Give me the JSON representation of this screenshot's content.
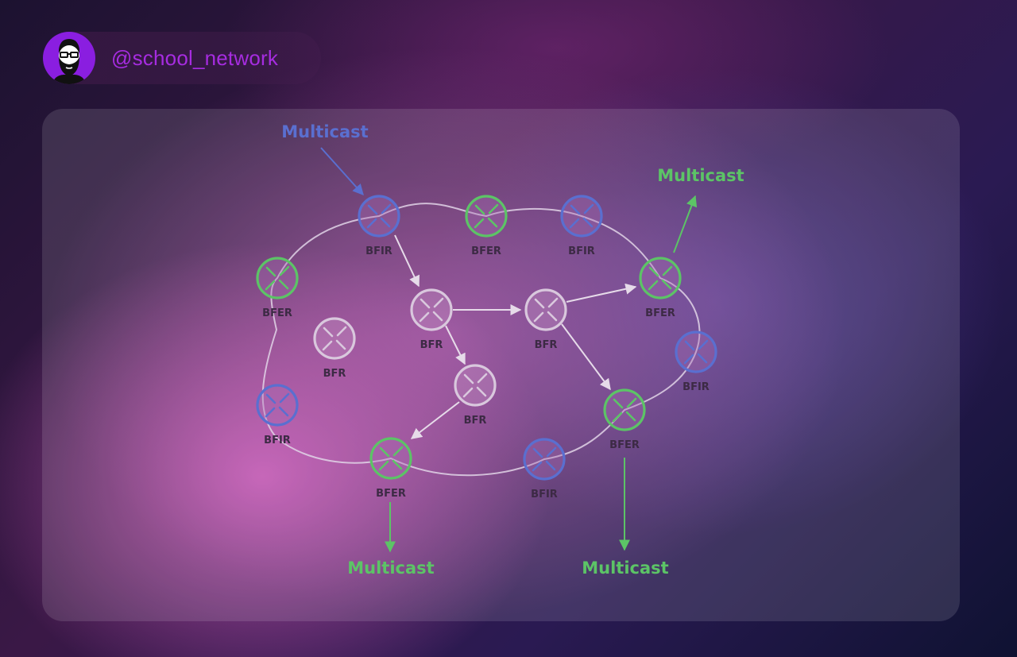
{
  "header": {
    "username": "@school_network",
    "avatar_icon": "bearded-man-with-glasses-icon"
  },
  "colors": {
    "ingress": "#5a6fd0",
    "egress": "#5cc466",
    "forwarder": "#d9c8dd",
    "ring": "#e0d4e6",
    "username": "#a62ce0"
  },
  "diagram": {
    "nodes": [
      {
        "id": "bfir_top",
        "role": "ingress",
        "label": "BFIR"
      },
      {
        "id": "bfer_top",
        "role": "egress",
        "label": "BFER"
      },
      {
        "id": "bfir_top_right",
        "role": "ingress",
        "label": "BFIR"
      },
      {
        "id": "bfer_left",
        "role": "egress",
        "label": "BFER"
      },
      {
        "id": "bfer_right",
        "role": "egress",
        "label": "BFER"
      },
      {
        "id": "bfr_left",
        "role": "forwarder",
        "label": "BFR"
      },
      {
        "id": "bfr_center",
        "role": "forwarder",
        "label": "BFR"
      },
      {
        "id": "bfr_center_right",
        "role": "forwarder",
        "label": "BFR"
      },
      {
        "id": "bfir_right",
        "role": "ingress",
        "label": "BFIR"
      },
      {
        "id": "bfr_lower",
        "role": "forwarder",
        "label": "BFR"
      },
      {
        "id": "bfir_left",
        "role": "ingress",
        "label": "BFIR"
      },
      {
        "id": "bfer_lower_right",
        "role": "egress",
        "label": "BFER"
      },
      {
        "id": "bfer_bottom",
        "role": "egress",
        "label": "BFER"
      },
      {
        "id": "bfir_bottom",
        "role": "ingress",
        "label": "BFIR"
      }
    ],
    "flows": [
      {
        "from": "multicast_in",
        "to": "bfir_top"
      },
      {
        "from": "bfir_top",
        "to": "bfr_center"
      },
      {
        "from": "bfr_center",
        "to": "bfr_center_right"
      },
      {
        "from": "bfr_center",
        "to": "bfr_lower"
      },
      {
        "from": "bfr_center_right",
        "to": "bfer_right"
      },
      {
        "from": "bfr_center_right",
        "to": "bfer_lower_right"
      },
      {
        "from": "bfr_lower",
        "to": "bfer_bottom"
      },
      {
        "from": "bfer_right",
        "to": "multicast_out_top"
      },
      {
        "from": "bfer_bottom",
        "to": "multicast_out_bottom_left"
      },
      {
        "from": "bfer_lower_right",
        "to": "multicast_out_bottom_right"
      }
    ],
    "multicast": {
      "in_top": "Multicast",
      "out_top_right": "Multicast",
      "out_bottom_left": "Multicast",
      "out_bottom_right": "Multicast"
    }
  }
}
